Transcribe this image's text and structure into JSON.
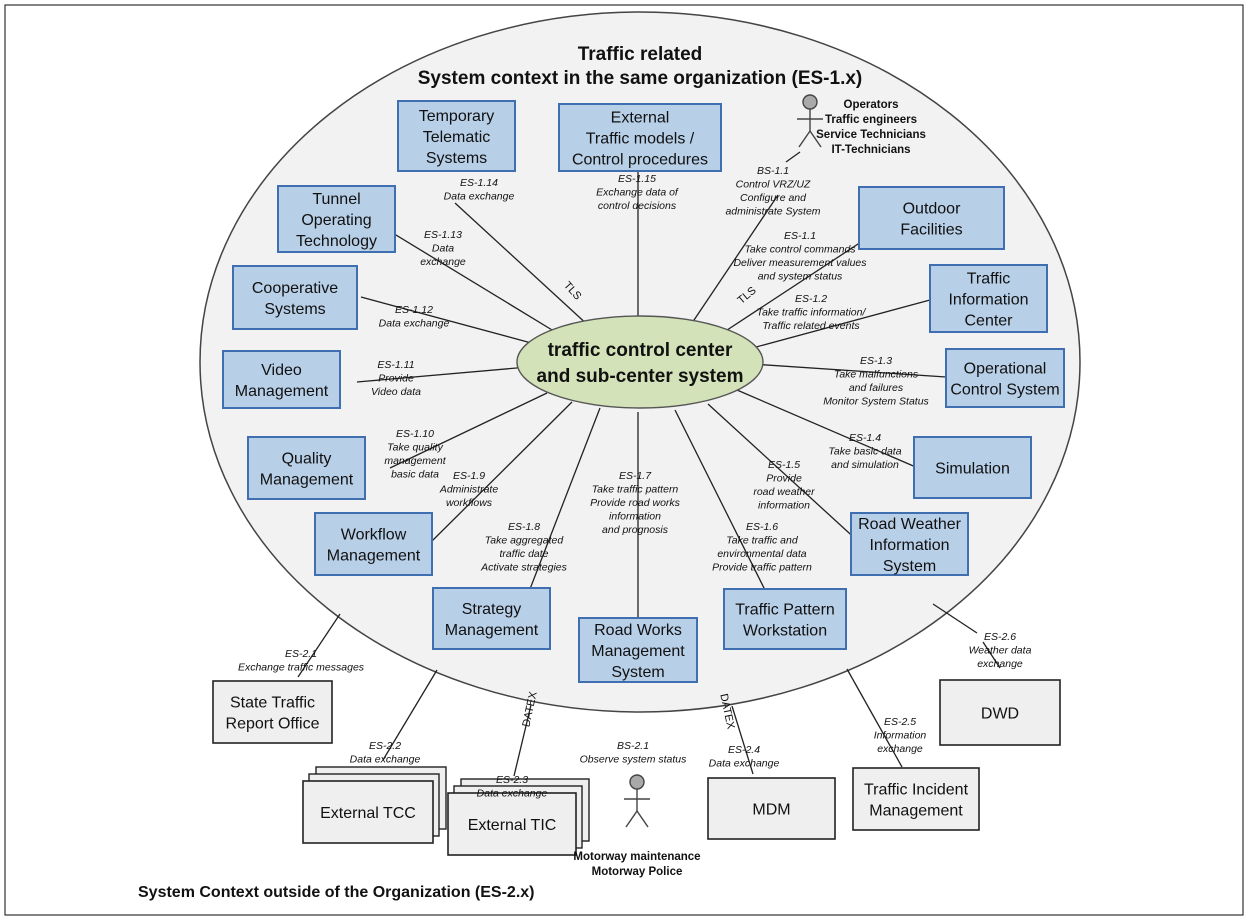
{
  "header": {
    "title_line1": "Traffic related",
    "title_line2": "System context in the same organization (ES-1.x)"
  },
  "footer": {
    "title": "System Context outside of the Organization (ES-2.x)"
  },
  "center": {
    "line1": "traffic control center",
    "line2": "and sub-center system"
  },
  "colors": {
    "box_fill": "#b8cfe8",
    "box_stroke": "#3f6fb0",
    "ext_fill": "#efefef",
    "ext_stroke": "#222222",
    "center_fill": "#d3e2b8",
    "center_stroke": "#555555",
    "ellipse_fill": "#f2f2f2",
    "ellipse_stroke": "#444444"
  },
  "actors": {
    "top": {
      "lines": [
        "Operators",
        "Traffic engineers",
        "Service Technicians",
        "IT-Technicians"
      ]
    },
    "bottom": {
      "lines": [
        "Motorway maintenance",
        "Motorway Police"
      ]
    }
  },
  "internal_systems": [
    {
      "id": "temporary-telematic-systems",
      "label": [
        "Temporary",
        "Telematic",
        "Systems"
      ]
    },
    {
      "id": "external-traffic-models",
      "label": [
        "External",
        "Traffic models /",
        "Control procedures"
      ]
    },
    {
      "id": "outdoor-facilities",
      "label": [
        "Outdoor",
        "Facilities"
      ]
    },
    {
      "id": "traffic-information-center",
      "label": [
        "Traffic",
        "Information",
        "Center"
      ]
    },
    {
      "id": "operational-control-system",
      "label": [
        "Operational",
        "Control System"
      ]
    },
    {
      "id": "simulation",
      "label": [
        "Simulation"
      ]
    },
    {
      "id": "road-weather-information-system",
      "label": [
        "Road Weather",
        "Information",
        "System"
      ]
    },
    {
      "id": "traffic-pattern-workstation",
      "label": [
        "Traffic Pattern",
        "Workstation"
      ]
    },
    {
      "id": "road-works-management-system",
      "label": [
        "Road Works",
        "Management",
        "System"
      ]
    },
    {
      "id": "strategy-management",
      "label": [
        "Strategy",
        "Management"
      ]
    },
    {
      "id": "workflow-management",
      "label": [
        "Workflow",
        "Management"
      ]
    },
    {
      "id": "quality-management",
      "label": [
        "Quality",
        "Management"
      ]
    },
    {
      "id": "video-management",
      "label": [
        "Video",
        "Management"
      ]
    },
    {
      "id": "cooperative-systems",
      "label": [
        "Cooperative",
        "Systems"
      ]
    },
    {
      "id": "tunnel-operating-technology",
      "label": [
        "Tunnel",
        "Operating",
        "Technology"
      ]
    }
  ],
  "external_systems": [
    {
      "id": "state-traffic-report-office",
      "label": [
        "State Traffic",
        "Report Office"
      ]
    },
    {
      "id": "external-tcc",
      "label": [
        "External TCC"
      ]
    },
    {
      "id": "external-tic",
      "label": [
        "External TIC"
      ]
    },
    {
      "id": "mdm",
      "label": [
        "MDM"
      ]
    },
    {
      "id": "traffic-incident-management",
      "label": [
        "Traffic Incident",
        "Management"
      ]
    },
    {
      "id": "dwd",
      "label": [
        "DWD"
      ]
    }
  ],
  "interfaces": [
    {
      "id": "es-1-14",
      "lines": [
        "ES-1.14",
        "Data exchange"
      ]
    },
    {
      "id": "es-1-15",
      "lines": [
        "ES-1.15",
        "Exchange data of",
        "control decisions"
      ]
    },
    {
      "id": "bs-1-1",
      "lines": [
        "BS-1.1",
        "Control VRZ/UZ",
        "Configure and",
        "administrate System"
      ]
    },
    {
      "id": "es-1-1",
      "lines": [
        "ES-1.1",
        "Take control commands",
        "Deliver measurement values",
        "and system status"
      ]
    },
    {
      "id": "es-1-2",
      "lines": [
        "ES-1.2",
        "Take traffic information/",
        "Traffic related events"
      ]
    },
    {
      "id": "es-1-3",
      "lines": [
        "ES-1.3",
        "Take malfunctions",
        "and failures",
        "Monitor System Status"
      ]
    },
    {
      "id": "es-1-4",
      "lines": [
        "ES-1.4",
        "Take basic data",
        "and simulation"
      ]
    },
    {
      "id": "es-1-5",
      "lines": [
        "ES-1.5",
        "Provide",
        "road weather",
        "information"
      ]
    },
    {
      "id": "es-1-6",
      "lines": [
        "ES-1.6",
        "Take traffic and",
        "environmental data",
        "Provide traffic pattern"
      ]
    },
    {
      "id": "es-1-7",
      "lines": [
        "ES-1.7",
        "Take traffic pattern",
        "Provide road works",
        "information",
        "and prognosis"
      ]
    },
    {
      "id": "es-1-8",
      "lines": [
        "ES-1.8",
        "Take aggregated",
        "traffic date",
        "Activate strategies"
      ]
    },
    {
      "id": "es-1-9",
      "lines": [
        "ES-1.9",
        "Administrate",
        "workflows"
      ]
    },
    {
      "id": "es-1-10",
      "lines": [
        "ES-1.10",
        "Take quality",
        "management",
        "basic data"
      ]
    },
    {
      "id": "es-1-11",
      "lines": [
        "ES-1.11",
        "Provide",
        "Video data"
      ]
    },
    {
      "id": "es-1-12",
      "lines": [
        "ES-1.12",
        "Data exchange"
      ]
    },
    {
      "id": "es-1-13",
      "lines": [
        "ES-1.13",
        "Data",
        "exchange"
      ]
    },
    {
      "id": "es-2-1",
      "lines": [
        "ES-2.1",
        "Exchange traffic messages"
      ]
    },
    {
      "id": "es-2-2",
      "lines": [
        "ES-2.2",
        "Data exchange"
      ]
    },
    {
      "id": "es-2-3",
      "lines": [
        "ES-2.3",
        "Data exchange"
      ]
    },
    {
      "id": "bs-2-1",
      "lines": [
        "BS-2.1",
        "Observe system status"
      ]
    },
    {
      "id": "es-2-4",
      "lines": [
        "ES-2.4",
        "Data exchange"
      ]
    },
    {
      "id": "es-2-5",
      "lines": [
        "ES-2.5",
        "Information",
        "exchange"
      ]
    },
    {
      "id": "es-2-6",
      "lines": [
        "ES-2.6",
        "Weather data",
        "exchange"
      ]
    }
  ],
  "protocols": {
    "tls_left": "TLS",
    "tls_right": "TLS",
    "datex_left": "DATEX",
    "datex_right": "DATEX"
  }
}
